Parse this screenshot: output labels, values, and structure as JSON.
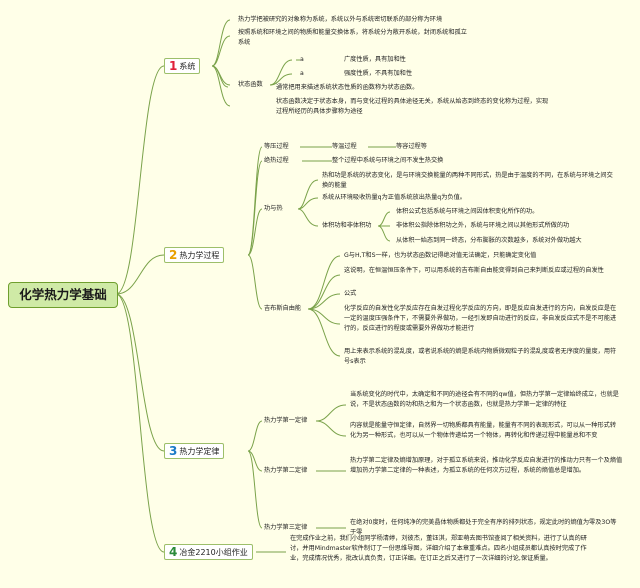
{
  "title": "化学热力学基础",
  "colors": {
    "root_fill": "#cfeaa6",
    "link": "#7aa24a",
    "num1": "#e0203a",
    "num2": "#e8a000",
    "num3": "#1a7ac8",
    "num4": "#2a8a3a"
  },
  "branch1": {
    "num": "1",
    "label": "系统",
    "n1": "热力学把被研究的对象称为系统，系统以外与系统密切联系的部分称为环境",
    "n2": "按照系统和环境之间的物质和能量交换体系，将系统分为敞开系统，封闭系统和孤立系统",
    "state": "状态函数",
    "a1": "a",
    "s1": "广度性质，具有加和性",
    "a2": "a",
    "s2": "强度性质，不具有加和性",
    "n3": "通常把用来描述系统状态性质的函数称为状态函数。",
    "n4": "状态函数决定于状态本身，而与变化过程的具体途径无关，系统从始态到终态的变化称为过程，实现过程所经历的具体步骤称为途径"
  },
  "branch2": {
    "num": "2",
    "label": "热力学过程",
    "isobaric": "等压过程",
    "isothermal": "等温过程",
    "isochoric": "等容过程等",
    "adiabatic": "绝热过程",
    "adiabatic_desc": "整个过程中系统与环境之间不发生热交换",
    "heatwork": "功与热",
    "hw1": "热和功是系统的状态变化，是与环境交换能量的两种不同形式，热是由于温度的不同，在系统与环境之间交换的能量",
    "hw2": "系统从环境吸收热量q为正值系统放出热量q为负值。",
    "vwork": "体积功和非体积功",
    "vw1": "体积公式包括系统与环境之间因体积变化所作的功。",
    "vw2": "非体积公指除体积功之外，系统与环境之间以其他形式所做的功",
    "vw3": "从体积一始态到同一终态，分布膨胀的次数越多，系统对外做功越大",
    "gibbs": "吉布斯自由能",
    "g1": "G与H,T和S一样，也为状态函数记得绝对值无法确定，只能确定变化值",
    "g2": "这说明，在恒温恒压条件下，可以用系统的吉布斯自由能变得到自己来判断反应或过程的自发性",
    "g3": "公式",
    "g4": "化学反应的自发性化学反应存在自发过程化学反应的方向，即是反应自发进行的方向，自发反应是在一定的温度压强条件下，不需要外界做功，一经引发即自动进行的反应，非自发反应式不是不可能进行的，反应进行的程度或需要外界做功才能进行",
    "g5": "用上来表示系统的混乱度，或者说系统的熵是系统内物质微观粒子的混乱度或者无序度的量度，用符号s表示"
  },
  "branch3": {
    "num": "3",
    "label": "热力学定律",
    "law1": "热力学第一定律",
    "l1a": "当系统变化的时代中，太确定和不同的途径会有不同的qw值，但热力学第一定律始终成立，也就是说，不是状态函数的功和热之和为一个状态函数，也就是热力学第一定律的特征",
    "l1b": "内容就是能量守恒定律，自然界一切物质都具有能量，能量有不同的表现形式，可以从一种形式转化为另一种形式，也可以从一个物体传递给另一个物体，再转化和传递过程中能量总和不变",
    "law2": "热力学第二定律",
    "l2": "热力学第二定律及熵增加原理，对于孤立系统来说，推动化学反应自发进行的推动力只有一个及熵值增加热力学第二定律的一种表述，为孤立系统的任何次方过程，系统的熵值总是增加。",
    "law3": "热力学第三定律",
    "l3": "在绝对0度时，任何纯净的完美晶体物质都处于完全有序的排列状态，规定此时的熵值为零及3O等于零"
  },
  "branch4": {
    "num": "4",
    "label": "冶金2210小组作业",
    "text": "在完成作业之前，我们小组同学杨清婷，刘彼杰，董钰淇，郑亚萌去图书馆查阅了相关资料，进行了认真的研讨，并用Mindmaster软件制订了一份思维导图，详细介绍了本章重难点。四名小组成员都认真按时完成了作业，完成情况优秀，批改认真负责，订正详细。在订正之后又进行了一次详细的讨论,保证质量。"
  }
}
